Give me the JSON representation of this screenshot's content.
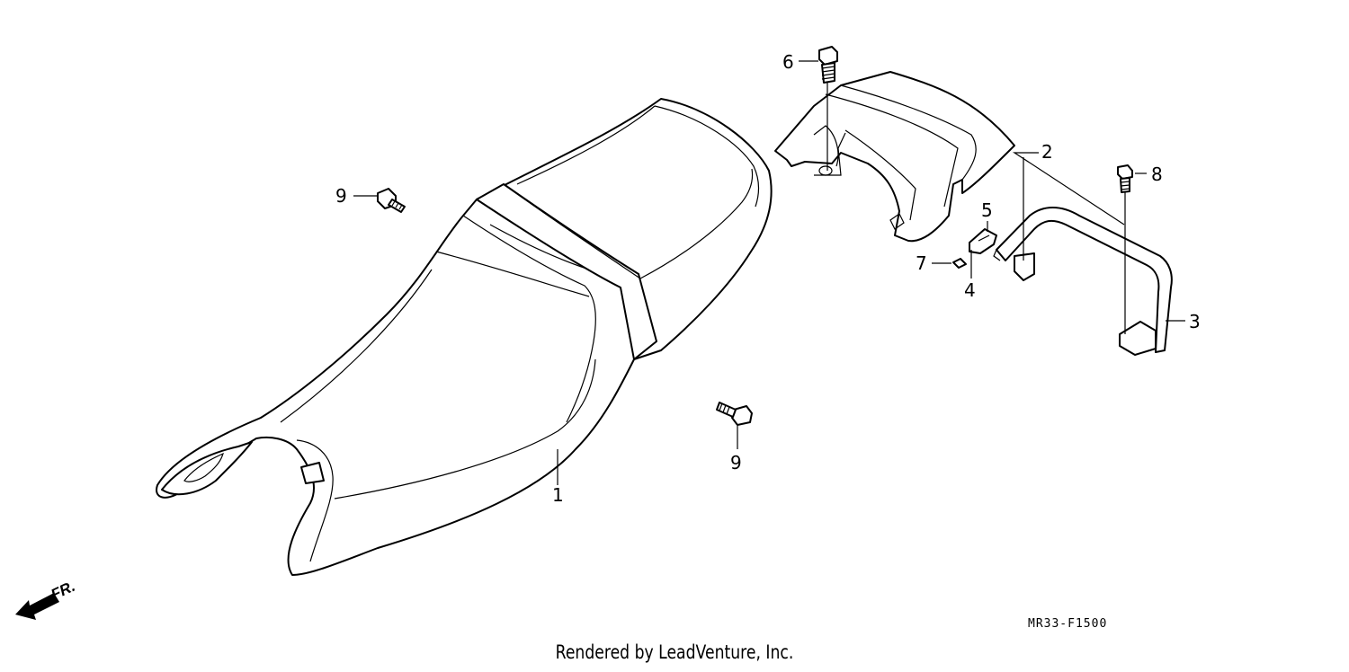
{
  "diagram": {
    "callouts": [
      {
        "id": "c1",
        "label": "1"
      },
      {
        "id": "c2",
        "label": "2"
      },
      {
        "id": "c3",
        "label": "3"
      },
      {
        "id": "c4",
        "label": "4"
      },
      {
        "id": "c5",
        "label": "5"
      },
      {
        "id": "c6",
        "label": "6"
      },
      {
        "id": "c7",
        "label": "7"
      },
      {
        "id": "c8",
        "label": "8"
      },
      {
        "id": "c9a",
        "label": "9"
      },
      {
        "id": "c9b",
        "label": "9"
      }
    ],
    "diagram_code": "MR33-F1500",
    "direction_label": "FR.",
    "credit": "Rendered by LeadVenture, Inc."
  }
}
